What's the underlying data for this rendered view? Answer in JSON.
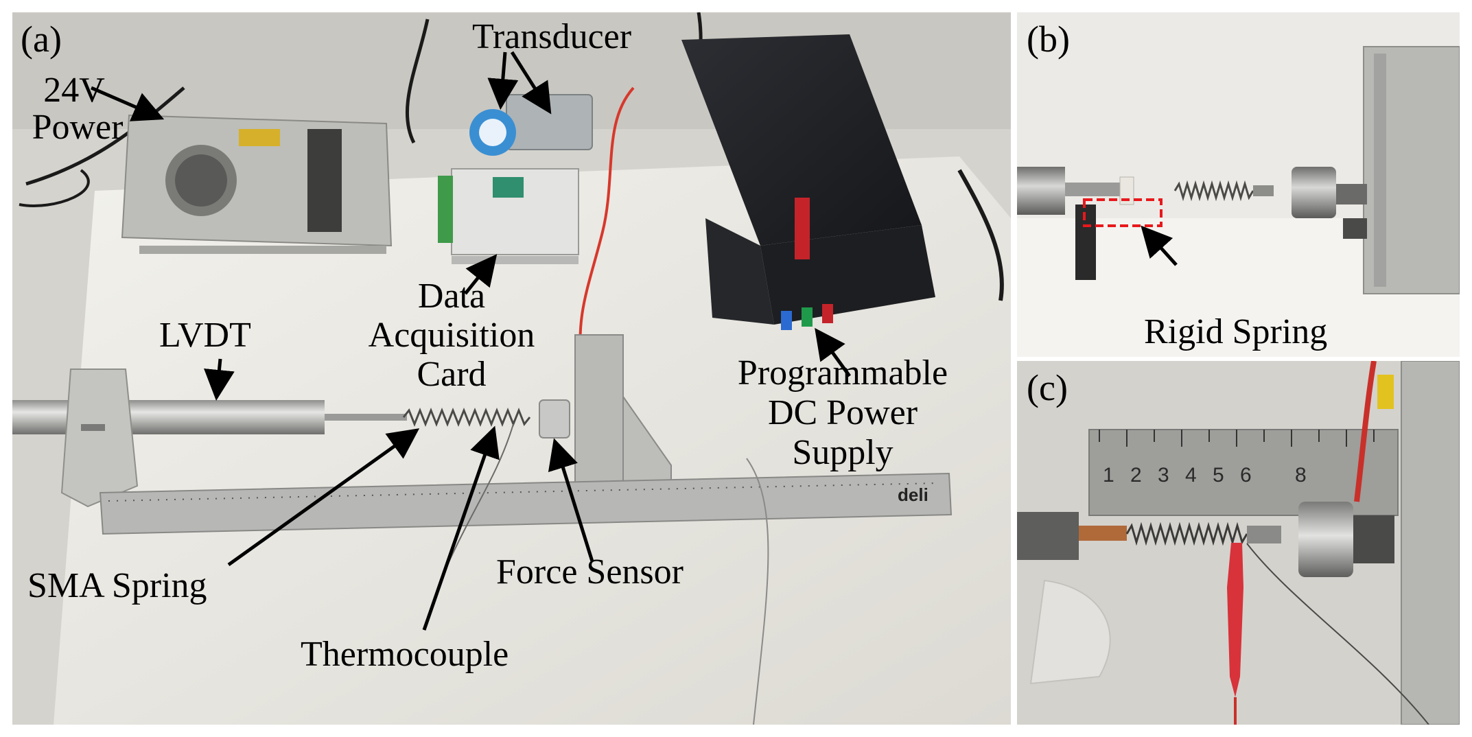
{
  "panels": {
    "a": {
      "letter": "(a)",
      "labels": {
        "power_24v_line1": "24V",
        "power_24v_line2": "Power",
        "transducer": "Transducer",
        "daq_line1": "Data",
        "daq_line2": "Acquisition",
        "daq_line3": "Card",
        "lvdt": "LVDT",
        "psu_line1": "Programmable",
        "psu_line2": "DC Power",
        "psu_line3": "Supply",
        "sma_spring": "SMA Spring",
        "force_sensor": "Force Sensor",
        "thermocouple": "Thermocouple"
      },
      "ruler_brand": "deli"
    },
    "b": {
      "letter": "(b)",
      "labels": {
        "rigid_spring": "Rigid Spring"
      }
    },
    "c": {
      "letter": "(c)",
      "ruler_numbers": [
        "1",
        "2",
        "3",
        "4",
        "5",
        "6",
        "8"
      ]
    }
  },
  "colors": {
    "highlight_box": "#e8181c",
    "arrow": "#000000",
    "wire_red": "#d7382c"
  }
}
